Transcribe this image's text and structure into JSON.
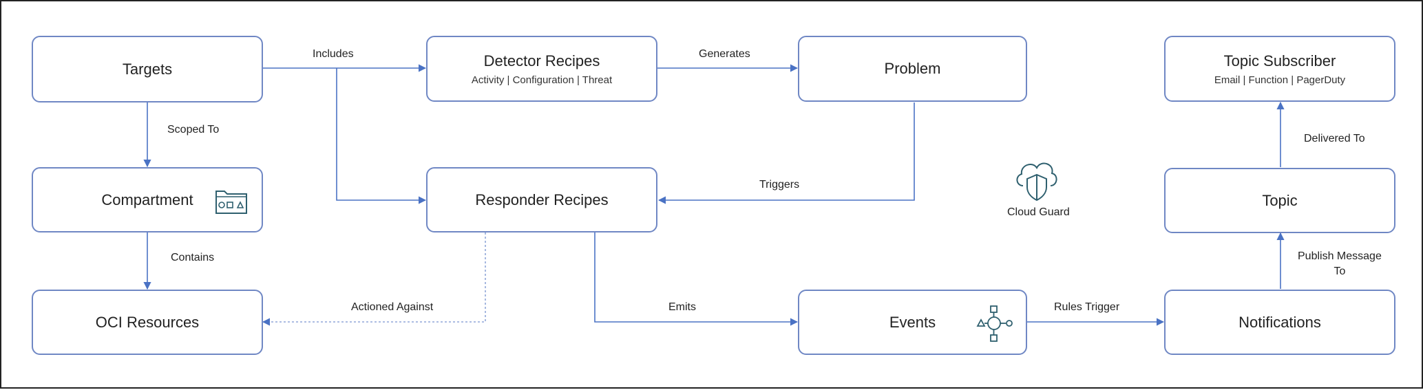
{
  "nodes": {
    "targets": {
      "title": "Targets"
    },
    "compartment": {
      "title": "Compartment"
    },
    "oci_resources": {
      "title": "OCI Resources"
    },
    "detector_recipes": {
      "title": "Detector Recipes",
      "sub": "Activity | Configuration | Threat"
    },
    "responder_recipes": {
      "title": "Responder Recipes"
    },
    "problem": {
      "title": "Problem"
    },
    "events": {
      "title": "Events"
    },
    "topic_subscriber": {
      "title": "Topic Subscriber",
      "sub": "Email | Function | PagerDuty"
    },
    "topic": {
      "title": "Topic"
    },
    "notifications": {
      "title": "Notifications"
    }
  },
  "edges": {
    "includes": "Includes",
    "generates": "Generates",
    "scoped_to": "Scoped To",
    "contains": "Contains",
    "triggers": "Triggers",
    "actioned_against": "Actioned Against",
    "emits": "Emits",
    "rules_trigger": "Rules Trigger",
    "publish_message_to": "Publish Message\nTo",
    "delivered_to": "Delivered To"
  },
  "cloud_guard": {
    "label": "Cloud Guard"
  },
  "icons": {
    "compartment": "folder-shapes-icon",
    "events": "event-flow-icon",
    "cloud_guard": "cloud-shield-icon"
  },
  "colors": {
    "line": "#4a72c4",
    "border": "#6f87c4",
    "icon": "#2e5f6e"
  }
}
